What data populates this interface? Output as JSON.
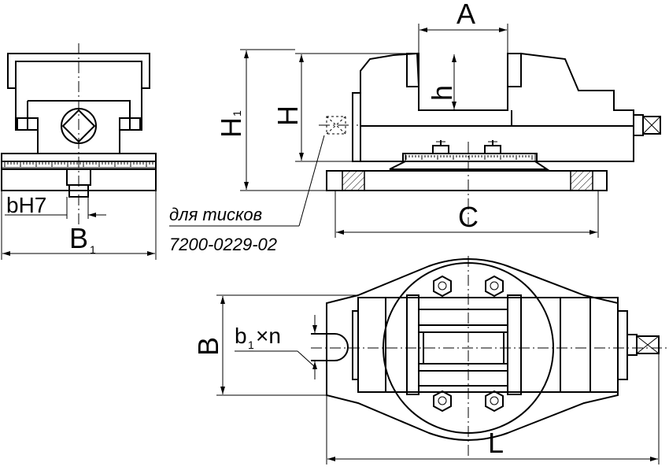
{
  "labels": {
    "A": "A",
    "h": "h",
    "H": "H",
    "H1_main": "H",
    "H1_sub": "1",
    "C": "C",
    "B": "B",
    "B1_main": "B",
    "B1_sub": "1",
    "bH7": "bH7",
    "b1xn_b": "b",
    "b1xn_sub": "1",
    "b1xn_rest": "×n",
    "L": "L"
  },
  "note": {
    "line1": "для тисков",
    "line2": "7200-0229-02"
  }
}
